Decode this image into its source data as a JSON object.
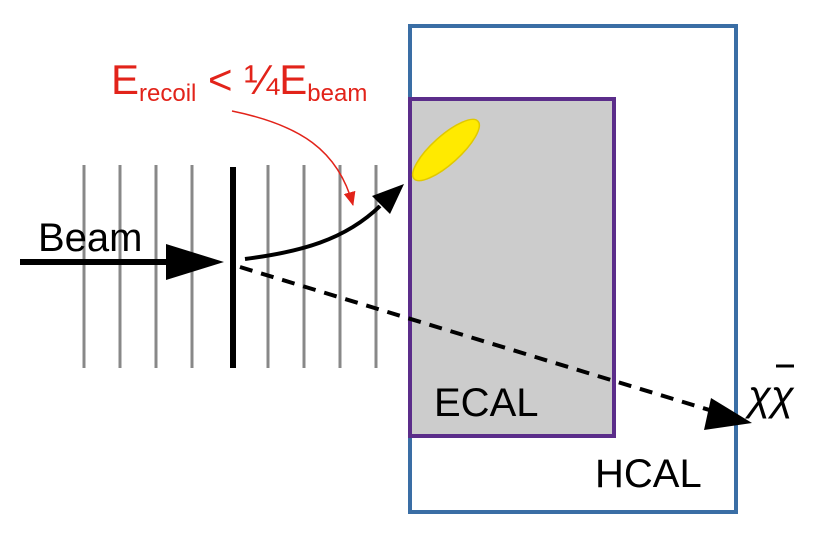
{
  "labels": {
    "energy_main": "E",
    "energy_sub_recoil": "recoil",
    "energy_mid": " < ¼E",
    "energy_sub_beam": "beam",
    "beam": "Beam",
    "ecal": "ECAL",
    "hcal": "HCAL",
    "chi_pair": "χχ"
  },
  "colors": {
    "hcal_border": "#3a6ea5",
    "ecal_border": "#5b2d8a",
    "ecal_fill": "#cccccc",
    "shower": "#ffea00",
    "shower_edge": "#e0c800",
    "annotation": "#e2231a",
    "tracker_lines": "#888888",
    "arrows": "#000000"
  },
  "icons": {
    "incoming_beam": "beam-arrow",
    "recoil_track": "curved-arrow",
    "dark_matter_track": "dashed-arrow",
    "annotation_pointer": "curved-pointer-arrow"
  }
}
